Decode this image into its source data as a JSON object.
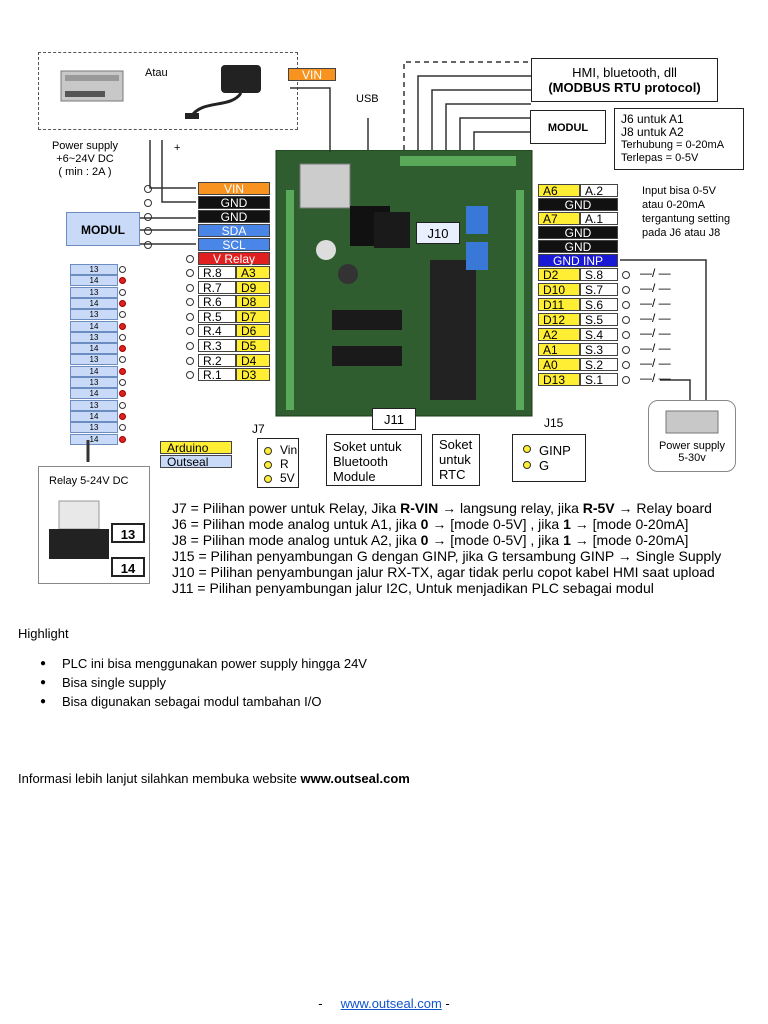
{
  "diagram": {
    "power_supply_alt": "Atau",
    "power_supply_caption": [
      "Power supply",
      "+6~24V DC",
      "( min : 2A )"
    ],
    "plus": "+",
    "usb": "USB",
    "vin_top": "VIN",
    "hmi_box": [
      "HMI, bluetooth, dll",
      "(MODBUS RTU protocol)"
    ],
    "modul_top": "MODUL",
    "modul_left": "MODUL",
    "jumper_info": [
      "J6 untuk A1",
      "J8 untuk A2",
      "Terhubung = 0-20mA",
      "Terlepas    = 0-5V"
    ],
    "input_info": [
      "Input bisa 0-5V",
      "atau 0-20mA",
      "tergantung setting",
      "pada J6 atau J8"
    ],
    "j10": "J10",
    "j7": "J7",
    "j7_pins": [
      "Vin",
      "R",
      "5V"
    ],
    "j11": "J11",
    "j15": "J15",
    "j15_pins": [
      "GINP",
      "G"
    ],
    "bt_socket": [
      "Soket untuk",
      "Bluetooth",
      "Module"
    ],
    "rtc_socket": [
      "Soket",
      "untuk",
      "RTC"
    ],
    "legend": [
      "Arduino",
      "Outseal"
    ],
    "relay_caption": "Relay 5-24V DC",
    "relay_pins": [
      "13",
      "14"
    ],
    "relay_terms": [
      "13",
      "14",
      "13",
      "14",
      "13",
      "14",
      "13",
      "14",
      "13",
      "14",
      "13",
      "14",
      "13",
      "14",
      "13",
      "14"
    ],
    "psu_right": [
      "Power supply",
      "5-30v"
    ],
    "left_pins": [
      {
        "a": "VIN",
        "cls": "orange"
      },
      {
        "a": "GND",
        "cls": "black"
      },
      {
        "a": "GND",
        "cls": "black"
      },
      {
        "a": "SDA",
        "cls": "blue"
      },
      {
        "a": "SCL",
        "cls": "blue"
      },
      {
        "a": "V Relay",
        "cls": "red"
      }
    ],
    "relay_rows": [
      {
        "r": "R.8",
        "d": "A3"
      },
      {
        "r": "R.7",
        "d": "D9"
      },
      {
        "r": "R.6",
        "d": "D8"
      },
      {
        "r": "R.5",
        "d": "D7"
      },
      {
        "r": "R.4",
        "d": "D6"
      },
      {
        "r": "R.3",
        "d": "D5"
      },
      {
        "r": "R.2",
        "d": "D4"
      },
      {
        "r": "R.1",
        "d": "D3"
      }
    ],
    "right_top": [
      {
        "a": "A6",
        "b": "A.2",
        "cls": "yellow"
      },
      {
        "a": "GND",
        "b": "",
        "cls": "black"
      },
      {
        "a": "A7",
        "b": "A.1",
        "cls": "yellow"
      },
      {
        "a": "GND",
        "b": "",
        "cls": "black"
      },
      {
        "a": "GND",
        "b": "",
        "cls": "black"
      },
      {
        "a": "GND INP",
        "b": "",
        "cls": "dblue"
      }
    ],
    "inputs": [
      {
        "d": "D2",
        "s": "S.8"
      },
      {
        "d": "D10",
        "s": "S.7"
      },
      {
        "d": "D11",
        "s": "S.6"
      },
      {
        "d": "D12",
        "s": "S.5"
      },
      {
        "d": "A2",
        "s": "S.4"
      },
      {
        "d": "A1",
        "s": "S.3"
      },
      {
        "d": "A0",
        "s": "S.2"
      },
      {
        "d": "D13",
        "s": "S.1"
      }
    ]
  },
  "notes": [
    {
      "pre": "J7 = Pilihan power untuk Relay, Jika ",
      "b1": "R-VIN",
      "mid": " → langsung relay, jika ",
      "b2": "R-5V",
      "post": " → Relay board"
    },
    {
      "pre": "J6 = Pilihan mode analog untuk A1, jika ",
      "b1": "0",
      "mid": " → [mode 0-5V] , jika ",
      "b2": "1",
      "post": " →  [mode 0-20mA]"
    },
    {
      "pre": "J8 = Pilihan mode analog untuk A2, jika ",
      "b1": "0",
      "mid": " → [mode 0-5V] , jika ",
      "b2": "1",
      "post": " →  [mode 0-20mA]"
    },
    {
      "pre": "J15 = Pilihan penyambungan G dengan GINP, jika G tersambung GINP → Single Supply",
      "b1": "",
      "mid": "",
      "b2": "",
      "post": ""
    },
    {
      "pre": "J10 = Pilihan penyambungan jalur RX-TX, agar tidak perlu copot kabel HMI saat upload",
      "b1": "",
      "mid": "",
      "b2": "",
      "post": ""
    },
    {
      "pre": "J11 = Pilihan penyambungan jalur I2C, Untuk menjadikan PLC sebagai modul",
      "b1": "",
      "mid": "",
      "b2": "",
      "post": ""
    }
  ],
  "highlight": {
    "title": "Highlight",
    "items": [
      "PLC ini bisa menggunakan power supply hingga 24V",
      "Bisa single supply",
      "Bisa digunakan sebagai modul tambahan I/O"
    ]
  },
  "info": {
    "text": "Informasi lebih lanjut silahkan membuka website ",
    "bold": "www.outseal.com"
  },
  "footer": {
    "dash_left": "-",
    "link": "www.outseal.com",
    "dash_right": "-"
  }
}
